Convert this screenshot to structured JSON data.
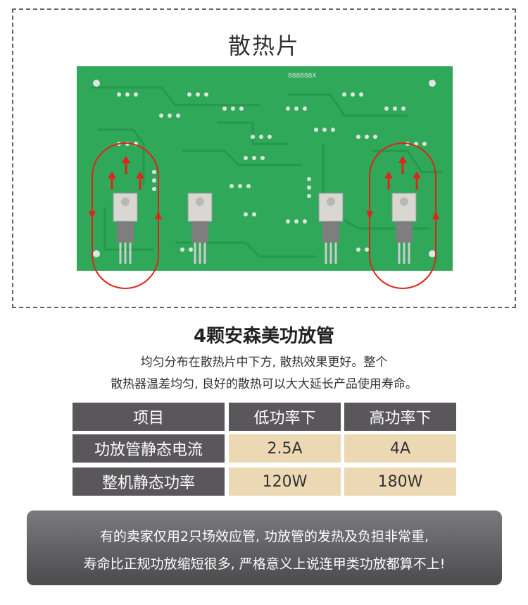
{
  "top_section": {
    "title": "散热片",
    "board_label": "888888X"
  },
  "section": {
    "title": "4颗安森美功放管",
    "description_line1": "均匀分布在散热片中下方, 散热效果更好。整个",
    "description_line2": "散热器温差均匀, 良好的散热可以大大延长产品使用寿命。"
  },
  "table": {
    "headers": [
      "项目",
      "低功率下",
      "高功率下"
    ],
    "rows": [
      {
        "label": "功放管静态电流",
        "low": "2.5A",
        "high": "4A"
      },
      {
        "label": "整机静态功率",
        "low": "120W",
        "high": "180W"
      }
    ]
  },
  "note": {
    "line1": "有的卖家仅用2只场效应管, 功放管的发热及负担非常重,",
    "line2": "寿命比正规功放缩短很多, 严格意义上说连甲类功放都算不上!"
  },
  "colors": {
    "pcb_green": "#2fa85a",
    "arrow_red": "#e2231a",
    "header_gray": "#59575a",
    "value_beige": "#ecd9b4"
  }
}
